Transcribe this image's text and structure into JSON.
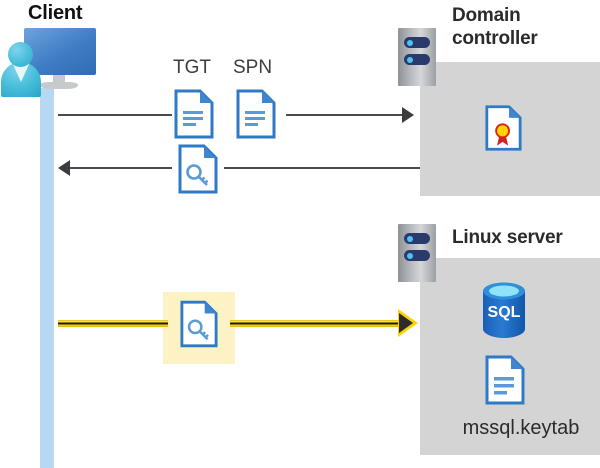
{
  "diagram": {
    "type": "kerberos-authentication-flow",
    "background": "#ffffff",
    "accent_yellow": "#ffd400",
    "highlight_bg": "#fdf2c4",
    "panel_gray": "#d4d4d4",
    "line_gray": "#4a4a4f"
  },
  "client": {
    "title": "Client",
    "icon": "user-computer-icon",
    "lifeline_color": "#b8d7f2"
  },
  "domain_controller": {
    "title": "Domain\ncontroller",
    "title_line1": "Domain",
    "title_line2": "controller",
    "server_icon": "server-rack-icon",
    "contents": [
      {
        "icon": "certificate-document-icon",
        "label": ""
      }
    ]
  },
  "linux_server": {
    "title": "Linux server",
    "server_icon": "server-rack-icon",
    "contents": [
      {
        "icon": "sql-database-icon",
        "label": "SQL"
      },
      {
        "icon": "keytab-document-icon",
        "label": "mssql.keytab"
      }
    ],
    "keytab_label": "mssql.keytab",
    "sql_label": "SQL"
  },
  "flows": [
    {
      "id": "request",
      "direction": "client-to-domain-controller",
      "style": "plain",
      "color": "#4a4a4f",
      "artifacts": [
        {
          "label": "TGT",
          "icon": "document-icon"
        },
        {
          "label": "SPN",
          "icon": "document-icon"
        }
      ]
    },
    {
      "id": "reply",
      "direction": "domain-controller-to-client",
      "style": "plain",
      "color": "#4a4a4f",
      "artifacts": [
        {
          "label": "",
          "icon": "key-document-icon"
        }
      ]
    },
    {
      "id": "service-ticket",
      "direction": "client-to-linux-server",
      "style": "highlighted",
      "color": "#ffd400",
      "highlighted": true,
      "artifacts": [
        {
          "label": "",
          "icon": "key-document-icon"
        }
      ]
    }
  ],
  "labels": {
    "tgt": "TGT",
    "spn": "SPN",
    "keytab": "mssql.keytab"
  }
}
